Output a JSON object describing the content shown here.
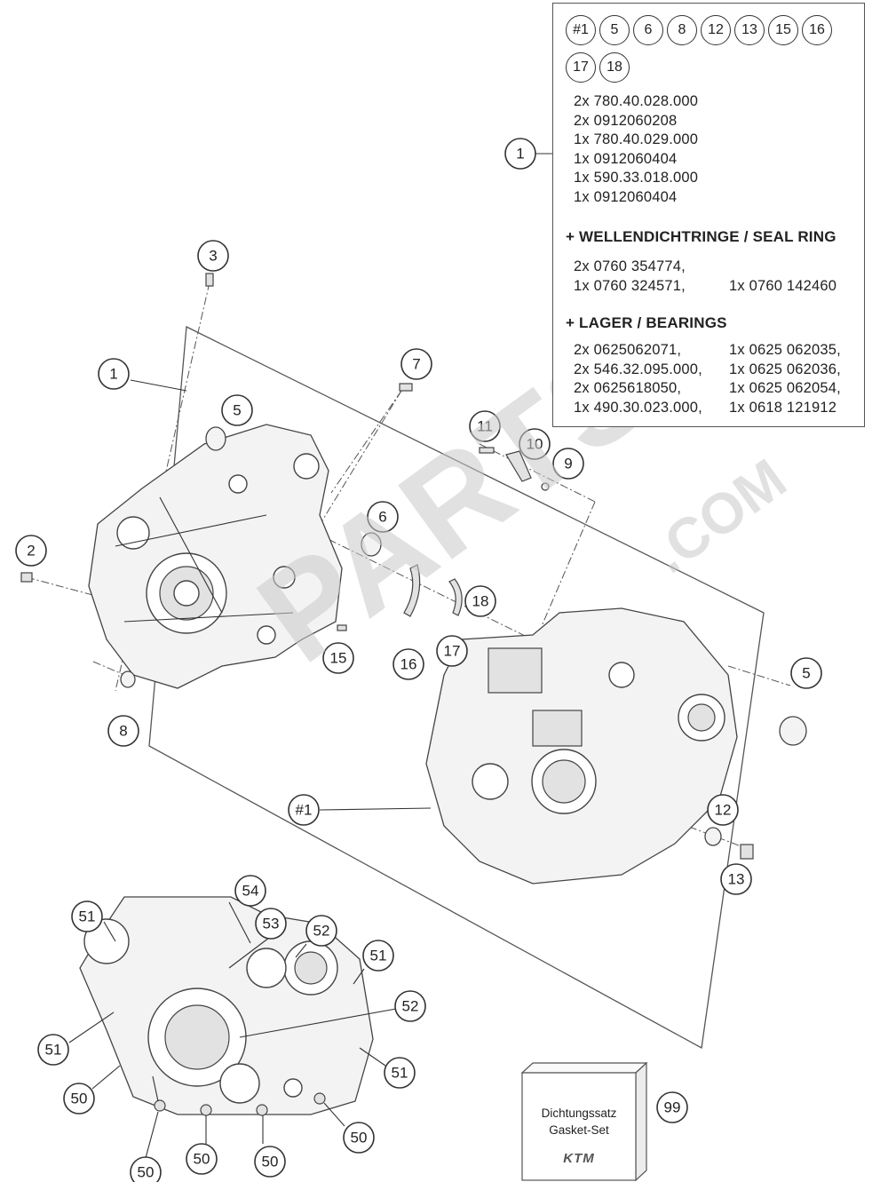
{
  "info_box": {
    "chips_row1": [
      "#1",
      "5",
      "6",
      "8",
      "12",
      "13",
      "15",
      "16"
    ],
    "chips_row2": [
      "17",
      "18"
    ],
    "callout": "1",
    "parts_list": [
      "2x 780.40.028.000",
      "2x 0912060208",
      "1x 780.40.029.000",
      "1x 0912060404",
      "1x 590.33.018.000",
      "1x 0912060404"
    ],
    "seal_heading": "+ WELLENDICHTRINGE /  SEAL RING",
    "seal_left": [
      "2x 0760 354774,",
      "1x 0760 324571,"
    ],
    "seal_right": [
      "1x 0760 142460"
    ],
    "bearing_heading": "+ LAGER / BEARINGS",
    "bearing_left": [
      "2x 0625062071,",
      "2x 546.32.095.000,",
      "2x 0625618050,",
      "1x 490.30.023.000,"
    ],
    "bearing_right": [
      "1x 0625 062035,",
      "1x 0625 062036,",
      "1x 0625 062054,",
      "1x 0618 121912"
    ]
  },
  "callouts": {
    "c1": "1",
    "c2": "2",
    "c3": "3",
    "c5a": "5",
    "c5b": "5",
    "c6": "6",
    "c7": "7",
    "c8": "8",
    "c9": "9",
    "c10": "10",
    "c11": "11",
    "c12": "12",
    "c13": "13",
    "c15": "15",
    "c16": "16",
    "c17": "17",
    "c18": "18",
    "c_hash1": "#1",
    "c54": "54",
    "c53": "53",
    "c52a": "52",
    "c52b": "52",
    "c51a": "51",
    "c51b": "51",
    "c51c": "51",
    "c51d": "51",
    "c50a": "50",
    "c50b": "50",
    "c50c": "50",
    "c50d": "50",
    "c50e": "50",
    "c99": "99"
  },
  "gasket_kit": {
    "label_de": "Dichtungssatz",
    "label_en": "Gasket-Set",
    "brand": "KTM"
  },
  "watermark": {
    "brand": "PARTS",
    "domain": ".COM"
  }
}
